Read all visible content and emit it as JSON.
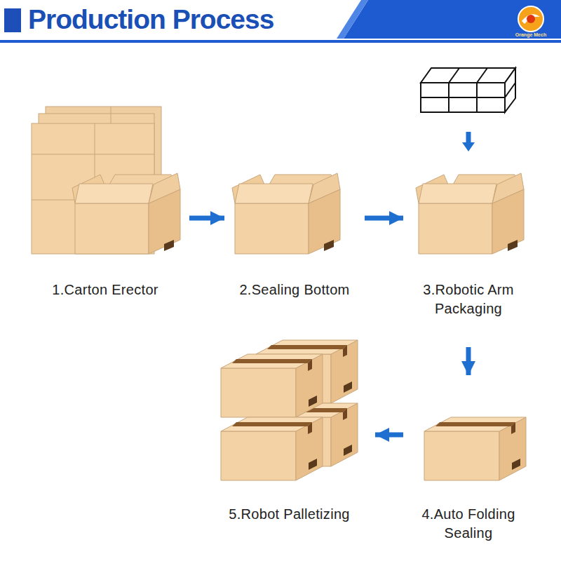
{
  "diagram": {
    "title": "Production Process",
    "nodes": [
      {
        "text": [
          "1.Carton Erector"
        ]
      },
      {
        "text": [
          "2.Sealing Bottom"
        ]
      },
      {
        "text": [
          "3.Robotic Arm Packaging"
        ]
      },
      {
        "text": [
          "4.Auto Folding Sealing"
        ]
      },
      {
        "text": [
          "5.Robot Palletizing"
        ]
      }
    ],
    "edges": [
      {
        "from": 0,
        "to": 1,
        "arrow": "to"
      },
      {
        "from": 1,
        "to": 2,
        "arrow": "to"
      },
      {
        "from": 2,
        "to": 3,
        "arrow": "to"
      },
      {
        "from": 3,
        "to": 4,
        "arrow": "to"
      }
    ],
    "labels": [
      "Orange Mech"
    ]
  }
}
